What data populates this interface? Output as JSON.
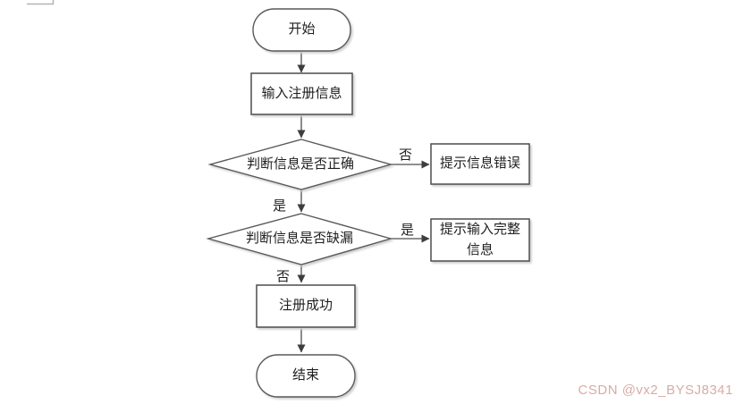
{
  "colors": {
    "node_border": "#595959",
    "node_fill": "#ffffff",
    "edge": "#4d4d4d",
    "arrowhead": "#3d3d3d",
    "shadow": "#d0d0d0",
    "text": "#1f1f1f",
    "watermark": "#d9aba7"
  },
  "flowchart": {
    "nodes": [
      {
        "id": "start",
        "type": "terminator",
        "label": "开始"
      },
      {
        "id": "input-register-info",
        "type": "process",
        "label": "输入注册信息"
      },
      {
        "id": "check-info-correct",
        "type": "decision",
        "label": "判断信息是否正确"
      },
      {
        "id": "prompt-info-error",
        "type": "process",
        "label": "提示信息错误"
      },
      {
        "id": "check-info-missing",
        "type": "decision",
        "label": "判断信息是否缺漏"
      },
      {
        "id": "prompt-complete-info",
        "type": "process",
        "label": "提示输入完整信息"
      },
      {
        "id": "register-success",
        "type": "process",
        "label": "注册成功"
      },
      {
        "id": "end",
        "type": "terminator",
        "label": "结束"
      }
    ],
    "edge_labels": {
      "correct_no": "否",
      "correct_yes": "是",
      "missing_yes": "是",
      "missing_no": "否"
    }
  },
  "watermark": {
    "text": "CSDN @vx2_BYSJ8341"
  }
}
